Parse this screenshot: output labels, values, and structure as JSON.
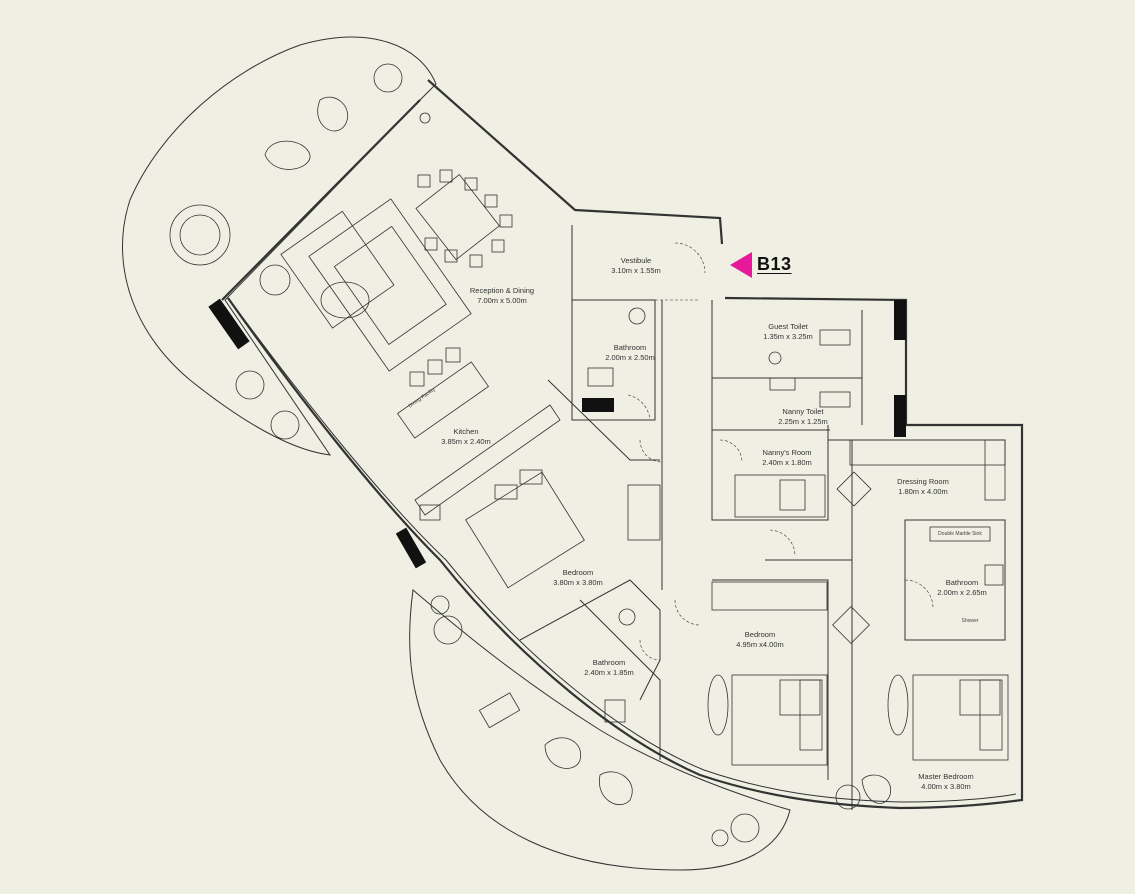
{
  "unit": {
    "code": "B13",
    "marker_color": "#e8189a"
  },
  "rooms": {
    "vestibule": {
      "name": "Vestibule",
      "size": "3.10m x 1.55m"
    },
    "reception": {
      "name": "Reception & Dining",
      "size": "7.00m x 5.00m"
    },
    "bathroom1": {
      "name": "Bathroom",
      "size": "2.00m x 2.50m"
    },
    "guest_toilet": {
      "name": "Guest Toilet",
      "size": "1.35m x 3.25m"
    },
    "nanny_toilet": {
      "name": "Nanny Toilet",
      "size": "2.25m x 1.25m"
    },
    "nanny_room": {
      "name": "Nanny's Room",
      "size": "2.40m x 1.80m"
    },
    "kitchen": {
      "name": "Kitchen",
      "size": "3.85m x 2.40m",
      "note": "Dining Facility"
    },
    "dressing": {
      "name": "Dressing Room",
      "size": "1.80m x 4.00m"
    },
    "bedroom1": {
      "name": "Bedroom",
      "size": "3.80m x 3.80m"
    },
    "bathroom3": {
      "name": "Bathroom",
      "size": "2.00m x 2.65m",
      "sink_note": "Double Marble Sink",
      "shower_note": "Shower"
    },
    "bedroom2": {
      "name": "Bedroom",
      "size": "4.95m x4.00m"
    },
    "bathroom2": {
      "name": "Bathroom",
      "size": "2.40m x 1.85m"
    },
    "master": {
      "name": "Master Bedroom",
      "size": "4.00m x 3.80m"
    }
  },
  "colors": {
    "background": "#f0efe4",
    "line": "#333333",
    "wall_fill": "#111111"
  }
}
